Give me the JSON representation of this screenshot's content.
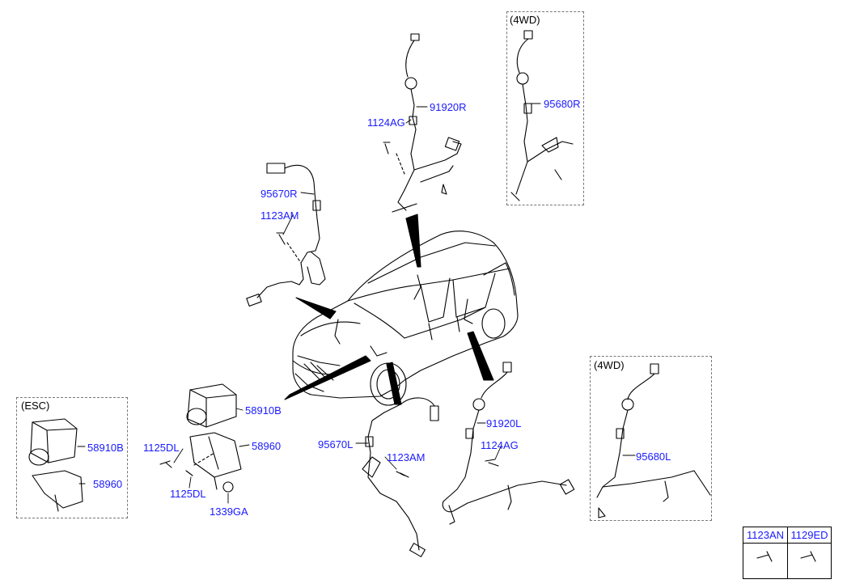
{
  "groups": {
    "esc": "(ESC)",
    "fwd_rear_right": "(4WD)",
    "fwd_rear_left": "(4WD)"
  },
  "labels": {
    "p91920R": "91920R",
    "p1124AG_top": "1124AG",
    "p95680R": "95680R",
    "p95670R": "95670R",
    "p1123AM_top": "1123AM",
    "p58910B_main": "58910B",
    "p58910B_esc": "58910B",
    "p58960_main": "58960",
    "p58960_esc": "58960",
    "p1125DL_a": "1125DL",
    "p1125DL_b": "1125DL",
    "p1339GA": "1339GA",
    "p95670L": "95670L",
    "p1123AM_bottom": "1123AM",
    "p91920L": "91920L",
    "p1124AG_bottom": "1124AG",
    "p95680L": "95680L"
  },
  "table": {
    "headers": [
      "1123AN",
      "1129ED"
    ]
  },
  "colors": {
    "label": "#1a1aff",
    "line": "#000000",
    "box": "#777777"
  }
}
